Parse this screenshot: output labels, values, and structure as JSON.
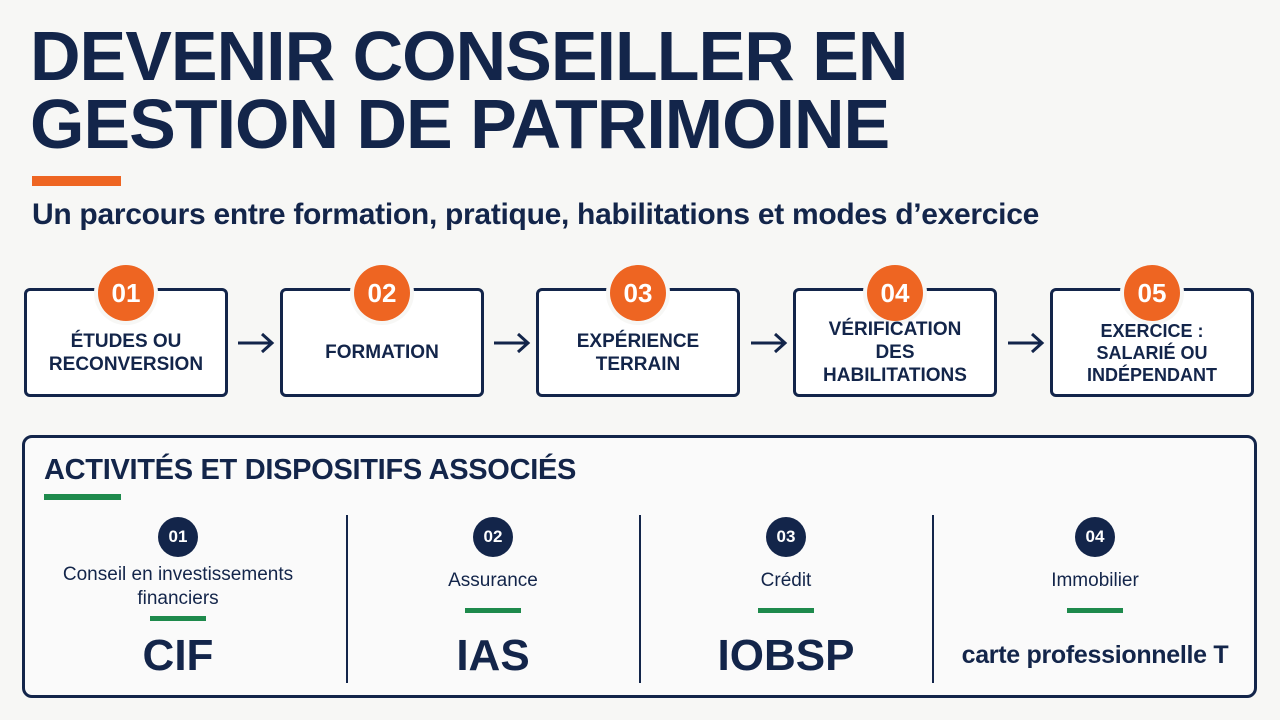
{
  "header": {
    "title_line1": "DEVENIR CONSEILLER EN",
    "title_line2": "GESTION DE PATRIMOINE",
    "subtitle": "Un parcours entre formation, pratique, habilitations et modes d’exercice"
  },
  "steps": [
    {
      "number": "01",
      "label": "ÉTUDES OU\nRECONVERSION"
    },
    {
      "number": "02",
      "label": "FORMATION"
    },
    {
      "number": "03",
      "label": "EXPÉRIENCE\nTERRAIN"
    },
    {
      "number": "04",
      "label": "VÉRIFICATION\nDES HABILITATIONS"
    },
    {
      "number": "05",
      "label": "EXERCICE :\nSALARIÉ OU\nINDÉPENDANT"
    }
  ],
  "activities": {
    "title": "ACTIVITÉS ET DISPOSITIFS ASSOCIÉS",
    "items": [
      {
        "number": "01",
        "name": "Conseil en investissements\nfinanciers",
        "code": "CIF"
      },
      {
        "number": "02",
        "name": "Assurance",
        "code": "IAS"
      },
      {
        "number": "03",
        "name": "Crédit",
        "code": "IOBSP"
      },
      {
        "number": "04",
        "name": "Immobilier",
        "code": "carte professionnelle T"
      }
    ]
  },
  "colors": {
    "navy": "#13254a",
    "orange": "#ee6522",
    "green": "#1e8a4c",
    "background": "#f7f7f5"
  }
}
